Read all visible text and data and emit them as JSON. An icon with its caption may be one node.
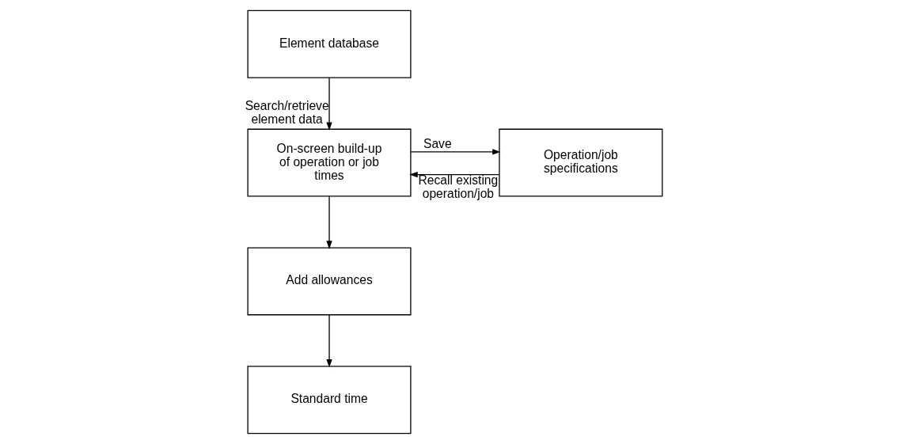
{
  "diagram": {
    "nodes": [
      {
        "text": [
          "Element database"
        ]
      },
      {
        "text": [
          "On-screen build-up of operation or job times"
        ]
      },
      {
        "text": [
          "Operation/job specifications"
        ]
      },
      {
        "text": [
          "Add allowances"
        ]
      },
      {
        "text": [
          "Standard time"
        ]
      }
    ],
    "edges": [
      {
        "from": 0,
        "to": 1,
        "arrow": "to",
        "label": "Search/retrieve element data"
      },
      {
        "from": 1,
        "to": 2,
        "arrow": "to",
        "label": "Save"
      },
      {
        "from": 2,
        "to": 1,
        "arrow": "to",
        "label": "Recall existing operation/job"
      },
      {
        "from": 1,
        "to": 3,
        "arrow": "to"
      },
      {
        "from": 3,
        "to": 4,
        "arrow": "to"
      }
    ]
  }
}
